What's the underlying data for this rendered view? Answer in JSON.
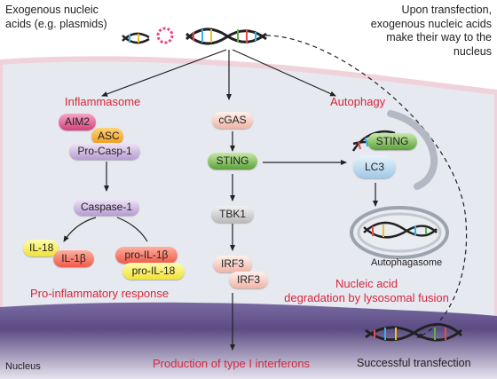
{
  "labels": {
    "exogenous": "Exogenous nucleic\nacids (e.g. plasmids)",
    "upon_transfection": "Upon transfection,\nexogenous nucleic acids\nmake their way to the\nnucleus",
    "inflammasome": "Inflammasome",
    "autophagy": "Autophagy",
    "autophagasome": "Autophagasome",
    "nucleic_degradation": "Nucleic acid\ndegradation by lysosomal fusion",
    "pro_inflammatory": "Pro-inflammatory response",
    "production_ifn": "Production of type I interferons",
    "nucleus": "Nucleus",
    "successful_transfection": "Successful transfection"
  },
  "proteins": {
    "aim2": "AIM2",
    "asc": "ASC",
    "pro_casp1": "Pro-Casp-1",
    "caspase1": "Caspase-1",
    "il18": "IL-18",
    "il1b": "IL-1β",
    "pro_il1b": "pro-IL-1β",
    "pro_il18": "pro-IL-18",
    "cgas": "cGAS",
    "sting_center": "STING",
    "tbk1": "TBK1",
    "irf3_a": "IRF3",
    "irf3_b": "IRF3",
    "sting_right": "STING",
    "lc3": "LC3"
  },
  "colors": {
    "accent_red": "#d7263d",
    "cytoplasm": "#e6e9ef",
    "nucleus": "#5b4c82"
  }
}
